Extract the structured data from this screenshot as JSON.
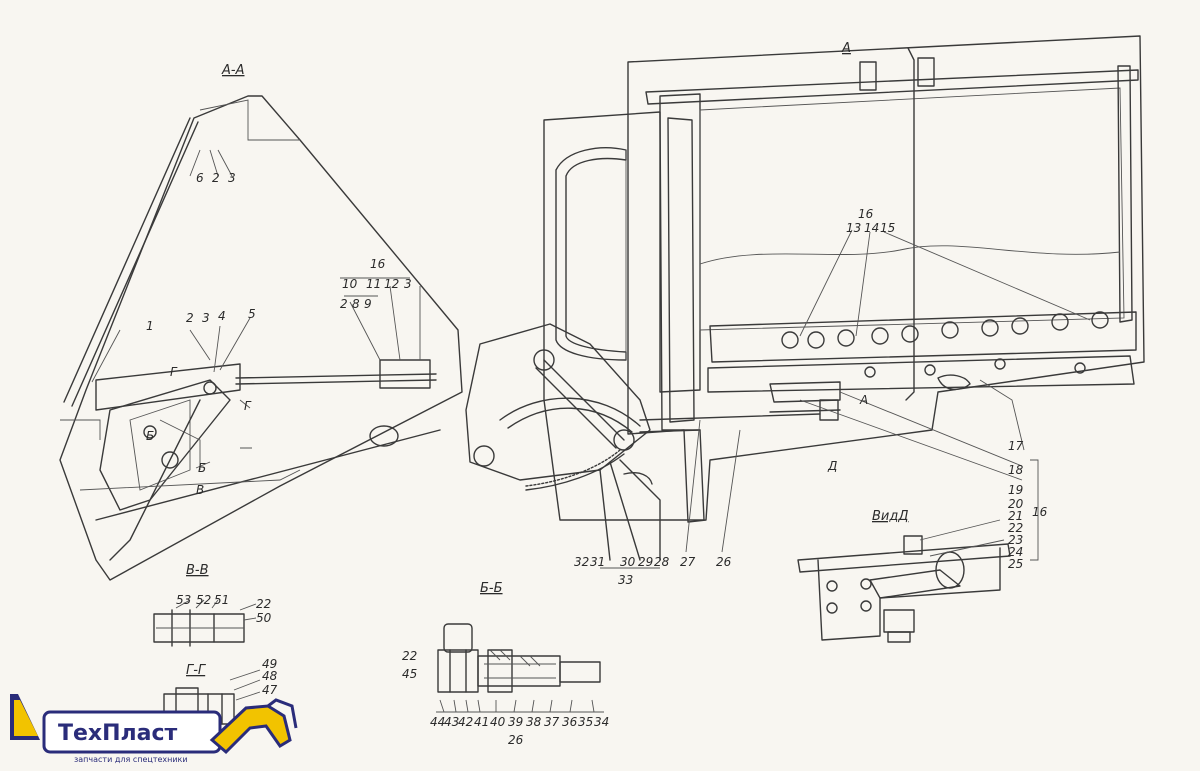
{
  "sections": {
    "aa": "А-А",
    "view_a": "А",
    "bb": "В-В",
    "gg": "Г-Г",
    "vv": "Б-Б",
    "vid_d": "ВидД",
    "d_marker": "Д"
  },
  "labels": {
    "l1": "1",
    "l2a": "2",
    "l3a": "3",
    "l4": "4",
    "l5": "5",
    "l6": "6",
    "l2b": "2",
    "l3b": "3",
    "l16a": "16",
    "l10": "10",
    "l11": "11",
    "l12": "12",
    "l3c": "3",
    "l2c": "2",
    "l8": "8",
    "l9": "9",
    "lg1": "Г",
    "lg2": "Г",
    "lb1": "Б",
    "lb2": "Б",
    "lv": "В",
    "l16b": "16",
    "l13": "13",
    "l14": "14",
    "l15": "15",
    "l17": "17",
    "l18": "18",
    "l19": "19",
    "l20": "20",
    "l21": "21",
    "l16c": "16",
    "l22a": "22",
    "l23": "23",
    "l24": "24",
    "l25": "25",
    "l32": "32",
    "l31": "31",
    "l30": "30",
    "l29": "29",
    "l28": "28",
    "l33": "33",
    "l27": "27",
    "l26a": "26",
    "l4a": "А",
    "l53": "53",
    "l52": "52",
    "l51": "51",
    "l22b": "22",
    "l50": "50",
    "l49": "49",
    "l48": "48",
    "l47": "47",
    "l22c": "22",
    "l45": "45",
    "l44": "44",
    "l43": "43",
    "l42": "42",
    "l41": "41",
    "l40": "40",
    "l39": "39",
    "l38": "38",
    "l37": "37",
    "l36": "36",
    "l35": "35",
    "l34": "34",
    "l26b": "26"
  },
  "logo": {
    "name": "ТехПласт",
    "tagline": "запчасти для спецтехники",
    "colors": {
      "primary": "#2a2c7a",
      "accent": "#f2c300"
    }
  }
}
